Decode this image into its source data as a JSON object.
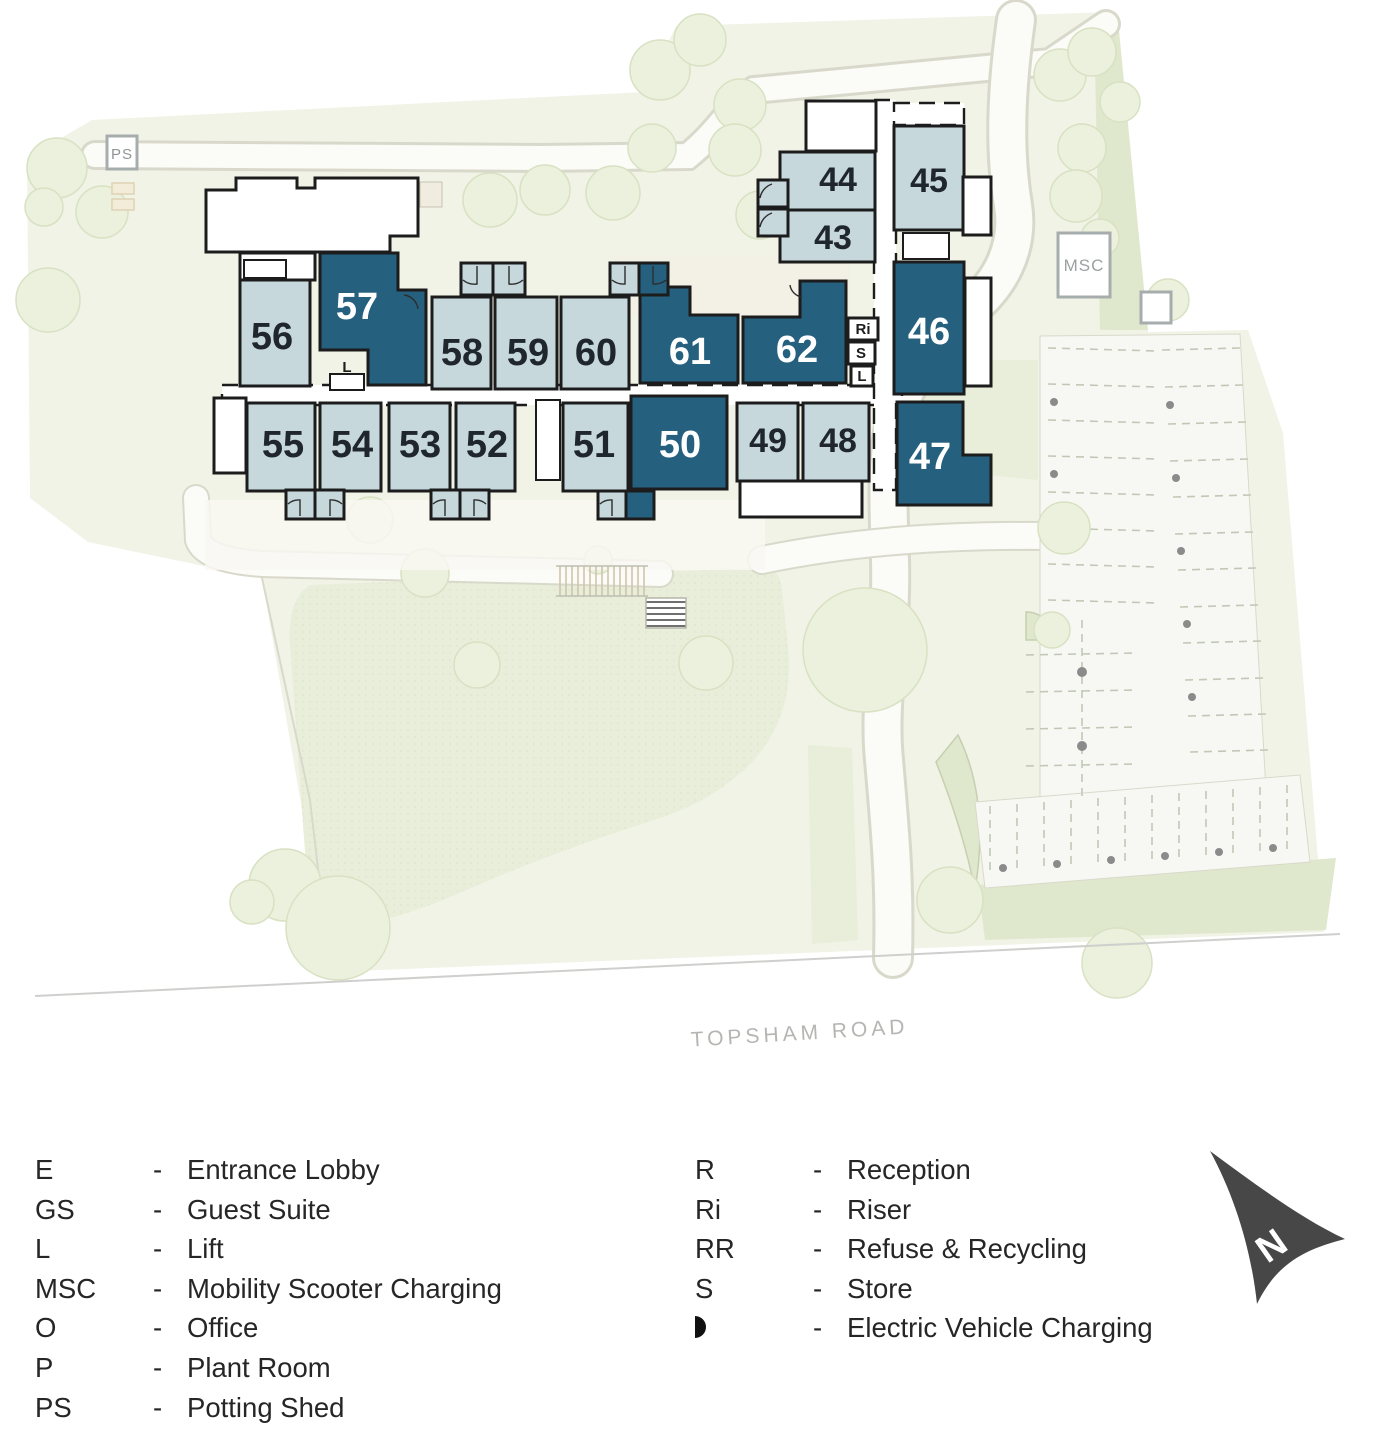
{
  "colors": {
    "dark_unit": "#25607f",
    "light_unit": "#c6d8dc",
    "num_on_light": "#20262e",
    "wall": "#1c1c1c",
    "site_green": "#f0f3e6",
    "lawn_green": "#e8eeda",
    "hedge_green": "#dfe8cc",
    "tree_fill": "#ecf1de",
    "tree_stroke": "#d8e1c2",
    "path_fill": "#fbfbf7",
    "path_edge": "#d9d9cb",
    "parking_fill": "#f7f8f3",
    "bay_line": "#c2c8b6",
    "ev_dot": "#8b8b8b",
    "north_arrow": "#474747"
  },
  "plan": {
    "units": {
      "43": {
        "label": "43",
        "shade": "light"
      },
      "44": {
        "label": "44",
        "shade": "light"
      },
      "45": {
        "label": "45",
        "shade": "light"
      },
      "46": {
        "label": "46",
        "shade": "dark"
      },
      "47": {
        "label": "47",
        "shade": "dark"
      },
      "48": {
        "label": "48",
        "shade": "light"
      },
      "49": {
        "label": "49",
        "shade": "light"
      },
      "50": {
        "label": "50",
        "shade": "dark"
      },
      "51": {
        "label": "51",
        "shade": "light"
      },
      "52": {
        "label": "52",
        "shade": "light"
      },
      "53": {
        "label": "53",
        "shade": "light"
      },
      "54": {
        "label": "54",
        "shade": "light"
      },
      "55": {
        "label": "55",
        "shade": "light"
      },
      "56": {
        "label": "56",
        "shade": "light"
      },
      "57": {
        "label": "57",
        "shade": "dark"
      },
      "58": {
        "label": "58",
        "shade": "light"
      },
      "59": {
        "label": "59",
        "shade": "light"
      },
      "60": {
        "label": "60",
        "shade": "light"
      },
      "61": {
        "label": "61",
        "shade": "dark"
      },
      "62": {
        "label": "62",
        "shade": "dark"
      }
    },
    "small_labels": {
      "potting_shed": "PS",
      "mobility_scooter": "MSC",
      "riser": "Ri",
      "store": "S",
      "lift": "L"
    },
    "road_label": "TOPSHAM ROAD",
    "north_label": "N"
  },
  "legend": {
    "dash": "-",
    "left": [
      {
        "code": "E",
        "label": "Entrance Lobby"
      },
      {
        "code": "GS",
        "label": "Guest Suite"
      },
      {
        "code": "L",
        "label": "Lift"
      },
      {
        "code": "MSC",
        "label": "Mobility Scooter Charging"
      },
      {
        "code": "O",
        "label": "Office"
      },
      {
        "code": "P",
        "label": "Plant Room"
      },
      {
        "code": "PS",
        "label": "Potting Shed"
      }
    ],
    "right": [
      {
        "code": "R",
        "label": "Reception"
      },
      {
        "code": "Ri",
        "label": "Riser"
      },
      {
        "code": "RR",
        "label": "Refuse & Recycling"
      },
      {
        "code": "S",
        "label": "Store"
      },
      {
        "code": "",
        "icon": "ev-charging",
        "label": "Electric Vehicle Charging"
      }
    ]
  }
}
